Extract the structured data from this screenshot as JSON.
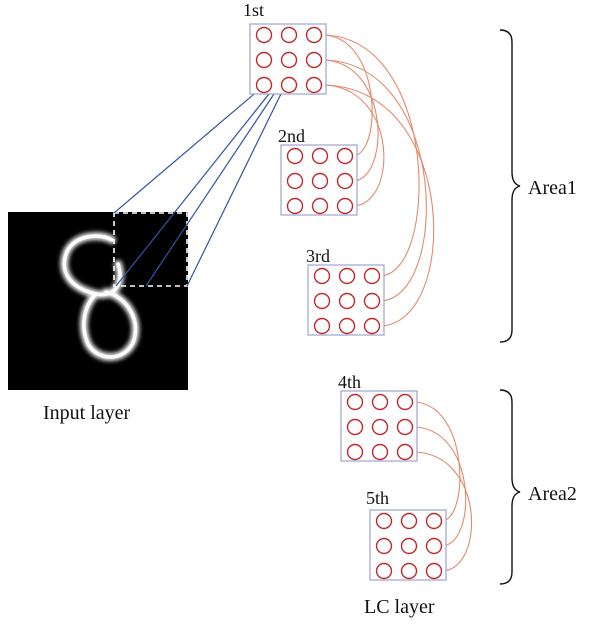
{
  "layers": [
    {
      "label": "1st"
    },
    {
      "label": "2nd"
    },
    {
      "label": "3rd"
    },
    {
      "label": "4th"
    },
    {
      "label": "5th"
    }
  ],
  "input": {
    "label": "Input layer",
    "digit": "8"
  },
  "lc_label": "LC layer",
  "areas": [
    {
      "label": "Area1"
    },
    {
      "label": "Area2"
    }
  ],
  "colors": {
    "neuron": "#c0282a",
    "box": "#9da3cf",
    "connection_lc": "#e28a6c",
    "connection_input": "#2f55a4",
    "input_bg": "#000000",
    "input_digit": "#ffffff"
  },
  "icons": {
    "neuron": "circle-icon",
    "brace": "right-curly-brace"
  }
}
